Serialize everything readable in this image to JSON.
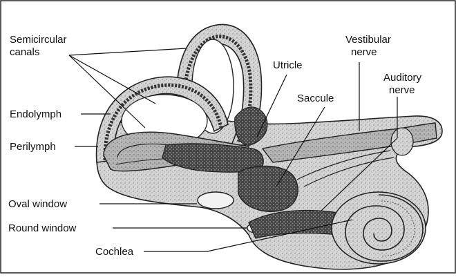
{
  "labels": {
    "semicircular_line1": "Semicircular",
    "semicircular_line2": "canals",
    "endolymph": "Endolymph",
    "perilymph": "Perilymph",
    "oval_window": "Oval window",
    "round_window": "Round window",
    "cochlea": "Cochlea",
    "utricle": "Utricle",
    "saccule": "Saccule",
    "vestibular_line1": "Vestibular",
    "vestibular_line2": "nerve",
    "auditory_line1": "Auditory",
    "auditory_line2": "nerve"
  },
  "colors": {
    "ink": "#111111",
    "tissue_light": "#cfcfcf",
    "tissue_mid": "#a8a8a8",
    "tissue_dark": "#3a3a3a",
    "background": "#ffffff"
  }
}
